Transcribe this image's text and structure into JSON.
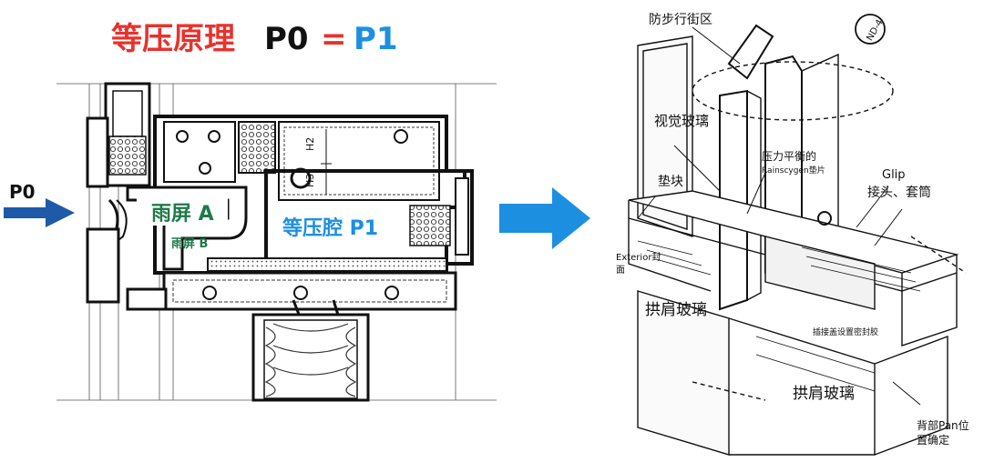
{
  "header": {
    "title_cn": "等压原理",
    "formula_left": "P0",
    "formula_eq": "=",
    "formula_right": "P1"
  },
  "left_diagram": {
    "outside_pressure": "P0",
    "rain_screen_a": "雨屏 A",
    "rain_screen_b": "雨屏 B",
    "pressure_cavity": "等压腔 P1",
    "h2": "H2",
    "h3": "H3"
  },
  "right_diagram": {
    "label_pedestrian": "防步行街区",
    "label_vision_glass": "视觉玻璃",
    "label_pressure_balance": "压力平衡的",
    "label_rainscreen_gasket": "Rainscygen垫片",
    "label_block": "垫块",
    "label_glip": "Glip",
    "label_joint_sleeve": "接头、套筒",
    "label_exterior_1": "Exterior封",
    "label_exterior_2": "面",
    "label_spandrel_1": "拱肩玻璃",
    "label_spandrel_2": "拱肩玻璃",
    "label_sealant": "插接盖设置密封胶",
    "label_back_pan_1": "背部Pan位",
    "label_back_pan_2": "置确定",
    "label_nd": "ND-4"
  },
  "colors": {
    "title_red": "#e8322d",
    "blue": "#1d8fe0",
    "arrow_blue": "#1e5aa8",
    "green": "#1f7a4a"
  }
}
